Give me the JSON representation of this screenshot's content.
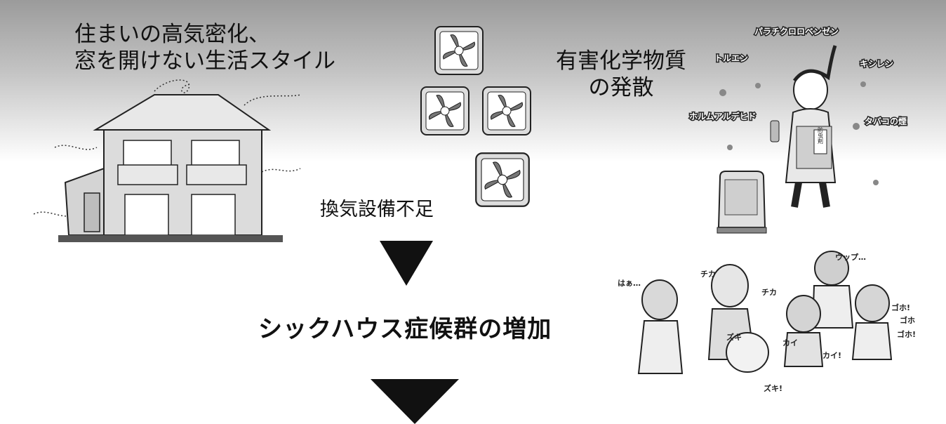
{
  "heading_lines": [
    "住まいの高気密化、",
    "窓を開けない生活スタイル"
  ],
  "chemicals_title_lines": [
    "有害化学物質",
    "の発散"
  ],
  "ventilation_label": "換気設備不足",
  "result_label": "シックハウス症候群の増加",
  "chemical_labels": [
    "パラチクロロベンゼン",
    "トルエン",
    "キシレン",
    "ホルムアルデヒド",
    "タバコの煙"
  ],
  "spray_label": "防虫剤",
  "people_labels": [
    "はぁ…",
    "チカ",
    "チカ",
    "ウップ…",
    "ゴホ",
    "ズキ",
    "ズキ!",
    "ゴホ!",
    "ゴホ!",
    "カイ",
    "カイ!"
  ],
  "icons": [
    "house-illustration",
    "ventilation-fan-icon",
    "woman-with-spray-illustration",
    "air-purifier-icon",
    "sick-people-illustration",
    "arrow-down-icon"
  ]
}
